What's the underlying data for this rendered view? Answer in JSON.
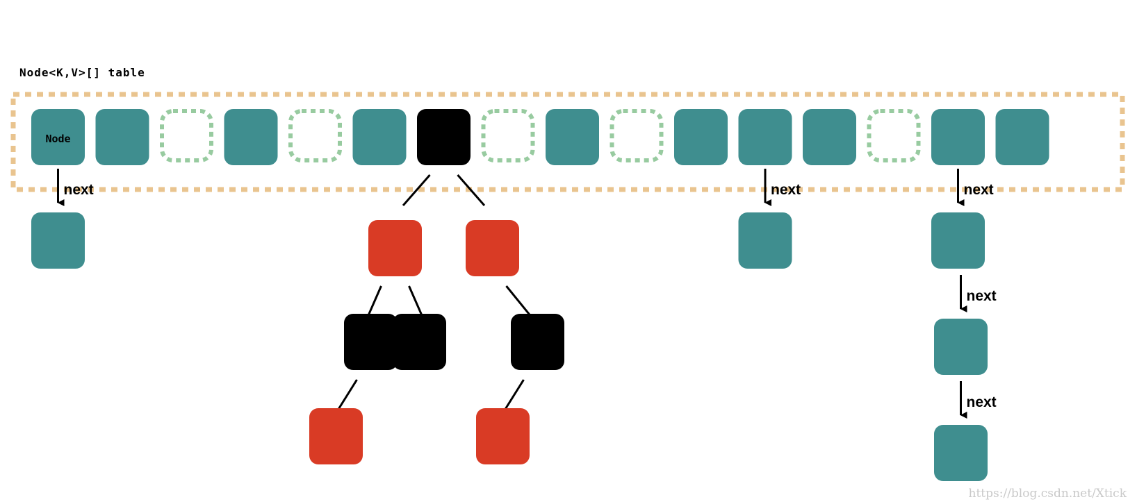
{
  "table_label": "Node<K,V>[] table",
  "node_label": "Node",
  "next_label": "next",
  "watermark": "https://blog.csdn.net/Xtick",
  "colors": {
    "table_border": "#e9c48f",
    "bucket_node": "#3f8e8f",
    "empty_bucket": "#98cba0",
    "tree_black": "#000000",
    "tree_red": "#d93b25",
    "edge": "#000000"
  },
  "buckets": [
    "node",
    "node",
    "empty",
    "node",
    "empty",
    "node",
    "tree-root",
    "empty",
    "node",
    "empty",
    "node",
    "node",
    "node",
    "empty",
    "node",
    "node"
  ],
  "chains": [
    {
      "bucket": 0,
      "length": 1
    },
    {
      "bucket": 11,
      "length": 1
    },
    {
      "bucket": 14,
      "length": 3
    }
  ],
  "tree": {
    "bucket": 6,
    "children": [
      {
        "color": "red",
        "children": [
          {
            "color": "black",
            "children": [
              {
                "color": "red",
                "children": []
              }
            ]
          },
          {
            "color": "black",
            "children": []
          }
        ]
      },
      {
        "color": "red",
        "children": [
          {
            "color": "black",
            "children": [
              {
                "color": "red",
                "children": []
              }
            ]
          }
        ]
      }
    ]
  }
}
